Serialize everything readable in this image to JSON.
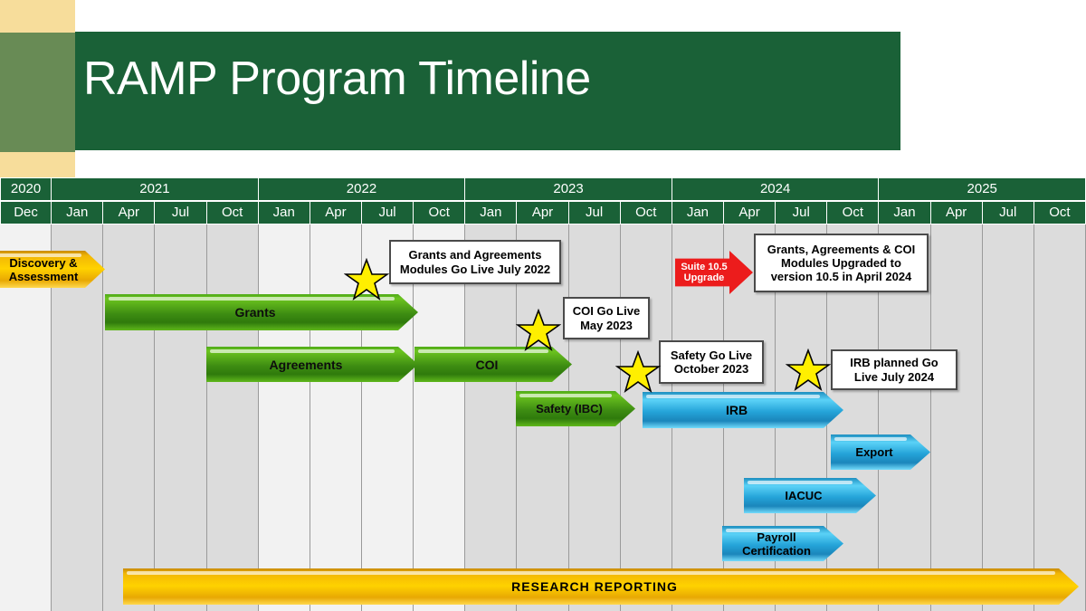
{
  "title": "RAMP Program Timeline",
  "colors": {
    "banner_green": "#1a6137",
    "sage": "#688b55",
    "tan": "#f7dd9b",
    "bar_green": "#4faa18",
    "bar_blue": "#24a3d8",
    "bar_gold": "#ffd200",
    "bar_red": "#ec1c1c",
    "grid_dark": "#dcdcdc",
    "grid_light": "#f2f2f2"
  },
  "timeline": {
    "years": [
      {
        "label": "2020",
        "span": 1
      },
      {
        "label": "2021",
        "span": 4
      },
      {
        "label": "2022",
        "span": 4
      },
      {
        "label": "2023",
        "span": 4
      },
      {
        "label": "2024",
        "span": 4
      },
      {
        "label": "2025",
        "span": 4
      }
    ],
    "months": [
      "Dec",
      "Jan",
      "Apr",
      "Jul",
      "Oct",
      "Jan",
      "Apr",
      "Jul",
      "Oct",
      "Jan",
      "Apr",
      "Jul",
      "Oct",
      "Jan",
      "Apr",
      "Jul",
      "Oct",
      "Jan",
      "Apr",
      "Jul",
      "Oct"
    ],
    "column_shading": [
      "light",
      "dark",
      "dark",
      "dark",
      "dark",
      "light",
      "light",
      "light",
      "light",
      "dark",
      "dark",
      "dark",
      "dark",
      "dark",
      "dark",
      "dark",
      "dark",
      "dark",
      "dark",
      "dark",
      "dark"
    ]
  },
  "chart_data": {
    "type": "bar",
    "title": "RAMP Program Timeline",
    "bars": [
      {
        "label": "Discovery &  Assessment",
        "color": "gold",
        "start": "2020-Dec",
        "end": "2021-Jan"
      },
      {
        "label": "Grants",
        "color": "green",
        "start": "2021-Jan",
        "end": "2022-Jul"
      },
      {
        "label": "Agreements",
        "color": "green",
        "start": "2021-Jul",
        "end": "2022-Oct"
      },
      {
        "label": "COI",
        "color": "green",
        "start": "2022-Oct",
        "end": "2023-Apr"
      },
      {
        "label": "Safety (IBC)",
        "color": "green",
        "start": "2023-Apr",
        "end": "2023-Oct"
      },
      {
        "label": "IRB",
        "color": "blue",
        "start": "2023-Oct",
        "end": "2024-Jul"
      },
      {
        "label": "Export",
        "color": "blue",
        "start": "2024-Jul",
        "end": "2024-Oct"
      },
      {
        "label": "IACUC",
        "color": "blue",
        "start": "2024-Apr",
        "end": "2024-Oct"
      },
      {
        "label": "Payroll Certification",
        "color": "blue",
        "start": "2024-Apr",
        "end": "2024-Jul"
      },
      {
        "label": "RESEARCH REPORTING",
        "color": "gold",
        "start": "2021-Jan",
        "end": "2025-Oct"
      }
    ],
    "milestone_arrow": {
      "label": "Suite 10.5\nUpgrade",
      "color": "red",
      "date": "2024-Jan"
    },
    "callouts": [
      "Grants and Agreements Modules Go Live July 2022",
      "COI Go Live May 2023",
      "Safety Go Live October 2023",
      "Grants, Agreements & COI Modules Upgraded to version 10.5 in April 2024",
      "IRB planned Go Live July 2024"
    ],
    "milestone_stars": 4
  },
  "bars": {
    "discovery": {
      "label_line1": "Discovery  &",
      "label_line2": "Assessment"
    },
    "grants": {
      "label": "Grants"
    },
    "agreements": {
      "label": "Agreements"
    },
    "coi": {
      "label": "COI"
    },
    "safety": {
      "label": "Safety (IBC)"
    },
    "irb": {
      "label": "IRB"
    },
    "export": {
      "label": "Export"
    },
    "iacuc": {
      "label": "IACUC"
    },
    "payroll": {
      "label": "Payroll Certification"
    },
    "reporting": {
      "label": "RESEARCH REPORTING"
    },
    "suite_upgrade": {
      "label_line1": "Suite 10.5",
      "label_line2": "Upgrade"
    }
  },
  "callouts": {
    "grants_agreements": {
      "line1": "Grants and Agreements",
      "line2": "Modules Go Live July 2022"
    },
    "coi_golive": {
      "line1": "COI Go Live",
      "line2": "May 2023"
    },
    "safety_golive": {
      "line1": "Safety Go Live",
      "line2": "October 2023"
    },
    "upgrade_105": {
      "line1": "Grants, Agreements & COI",
      "line2": "Modules Upgraded to",
      "line3": "version 10.5 in April 2024"
    },
    "irb_golive": {
      "line1": "IRB planned Go",
      "line2": "Live July 2024"
    }
  }
}
